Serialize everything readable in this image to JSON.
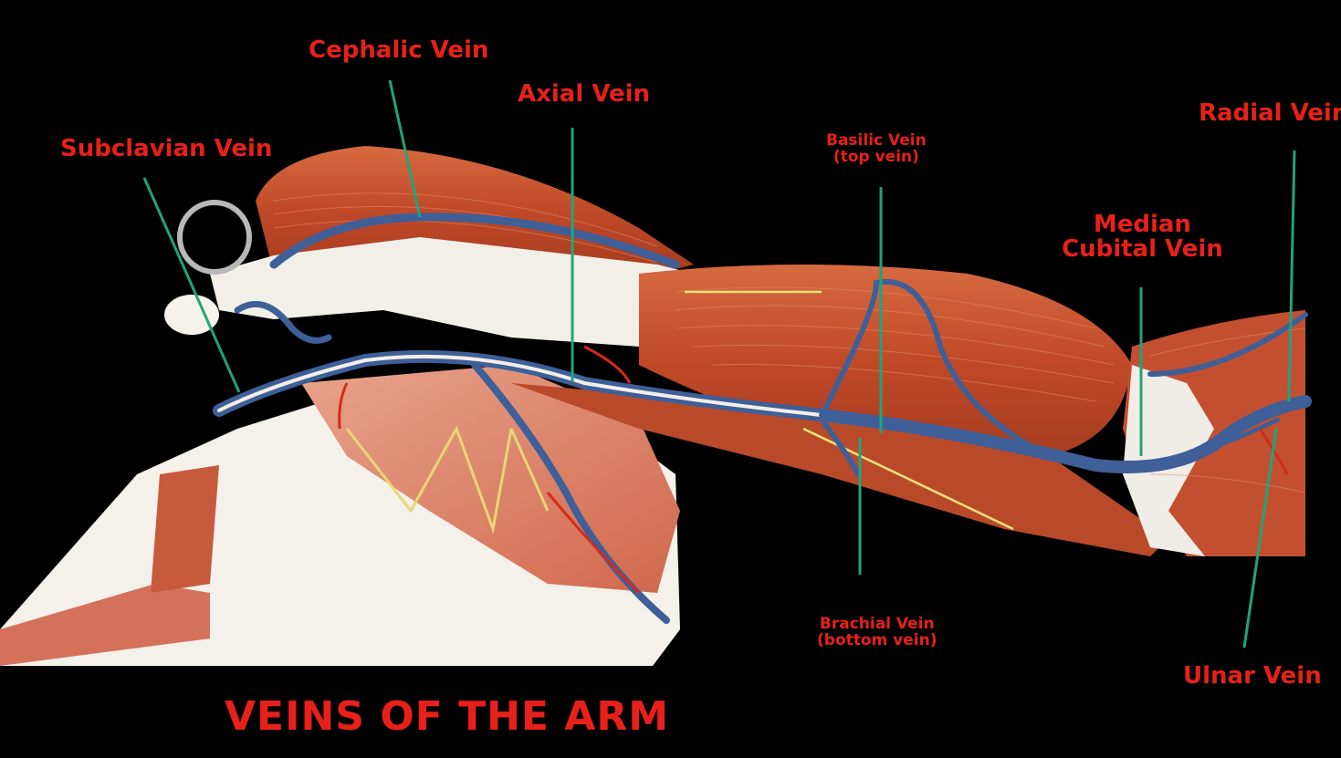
{
  "title": "VEINS OF THE ARM",
  "labels": {
    "cephalic": "Cephalic Vein",
    "axial": "Axial Vein",
    "subclavian": "Subclavian Vein",
    "basilic_line1": "Basilic Vein",
    "basilic_line2": "(top vein)",
    "radial": "Radial Vein",
    "median_line1": "Median",
    "median_line2": "Cubital Vein",
    "brachial_line1": "Brachial Vein",
    "brachial_line2": "(bottom vein)",
    "ulnar": "Ulnar Vein"
  },
  "colors": {
    "background": "#000000",
    "label_text": "#e8201a",
    "leader_line": "#1fa57a",
    "muscle": "#c4502e",
    "vein": "#3e5f98",
    "tendon": "#f1ede6"
  }
}
